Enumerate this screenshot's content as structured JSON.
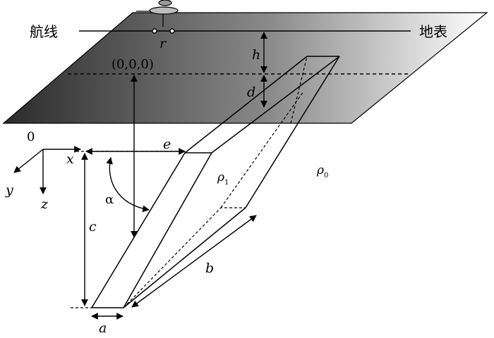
{
  "labels": {
    "flight_line": "航线",
    "ground_surface": "地表",
    "receiver": "r",
    "height": "h",
    "depth": "d",
    "origin_coords": "(0,0,0)",
    "axes_origin": "0",
    "axis_x": "x",
    "axis_y": "y",
    "axis_z": "z",
    "offset_e": "e",
    "dip_angle": "α",
    "extent_c": "c",
    "length_b": "b",
    "thickness_a": "a",
    "rho_body": "ρ",
    "rho_body_sub": "1",
    "rho_host": "ρ",
    "rho_host_sub": "0"
  },
  "colors": {
    "ground_dark": "#2b2b2b",
    "ground_light": "#ffffff",
    "line": "#000000"
  }
}
